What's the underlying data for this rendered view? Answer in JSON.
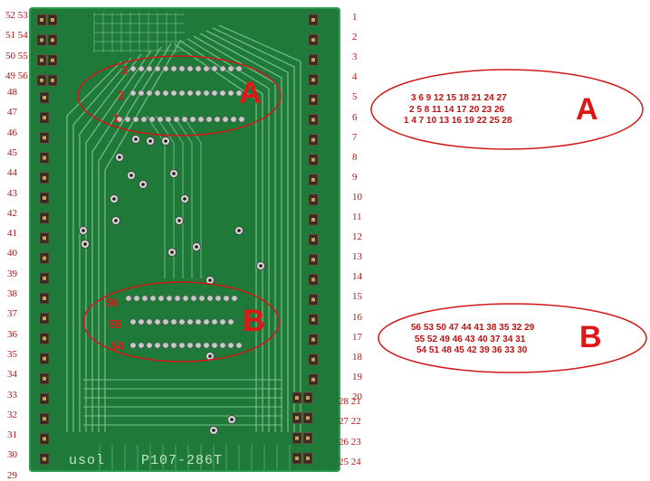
{
  "board": {
    "silkscreen_model": "P107-286T",
    "silkscreen_brand": "usol"
  },
  "pins": {
    "left_single": [
      "48",
      "47",
      "46",
      "45",
      "44",
      "43",
      "42",
      "41",
      "40",
      "39",
      "38",
      "37",
      "36",
      "35",
      "34",
      "33",
      "32",
      "31",
      "30",
      "29"
    ],
    "left_pairs": [
      "52 53",
      "51 54",
      "50 55",
      "49 56"
    ],
    "right_single": [
      "1",
      "2",
      "3",
      "4",
      "5",
      "6",
      "7",
      "8",
      "9",
      "10",
      "11",
      "12",
      "13",
      "14",
      "15",
      "16",
      "17",
      "18",
      "19",
      "20"
    ],
    "right_pairs": [
      "28 21",
      "27 22",
      "26 23",
      "25 24"
    ]
  },
  "group_a": {
    "letter": "A",
    "row_labels": [
      "3",
      "2",
      "1"
    ],
    "legend_lines": [
      "3   6   9   12   15   18   21  24  27",
      "2   5   8   11   14   17   20  23   26",
      "1   4   7   10   13   16   19   22  25  28"
    ]
  },
  "group_b": {
    "letter": "B",
    "row_labels": [
      "56",
      "55",
      "54"
    ],
    "legend_lines": [
      "56  53  50  47  44  41  38  35  32  29",
      "55  52  49  46  43  40  37  34  31",
      "54  51  48  45  42  39  36  33  30"
    ]
  },
  "colors": {
    "annotation_red": "#e01515",
    "pin_label_red": "#b01414",
    "pcb_green": "#1f7a3a",
    "trace_green": "#7fc58e"
  }
}
